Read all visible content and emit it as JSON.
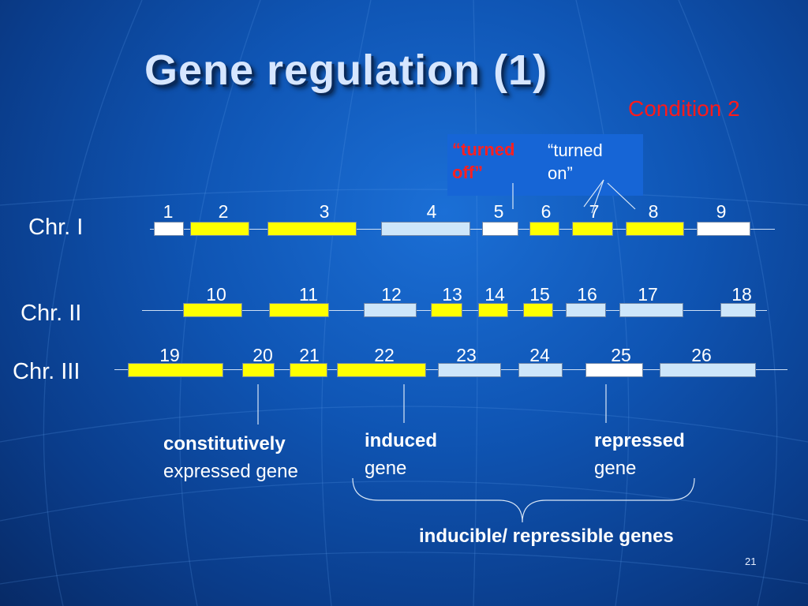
{
  "title": "Gene regulation (1)",
  "condition": "Condition 2",
  "status": {
    "turned_off": "“turned\noff”",
    "turned_on": "“turned\non”"
  },
  "colors": {
    "yellow": "#ffff00",
    "light_blue": "#cde6fa",
    "white": "#ffffff",
    "red": "#ff1a1a"
  },
  "chromosomes": [
    {
      "label": "Chr. I",
      "genes": [
        {
          "id": "1",
          "color": "white"
        },
        {
          "id": "2",
          "color": "yellow"
        },
        {
          "id": "3",
          "color": "yellow"
        },
        {
          "id": "4",
          "color": "light_blue"
        },
        {
          "id": "5",
          "color": "white"
        },
        {
          "id": "6",
          "color": "yellow"
        },
        {
          "id": "7",
          "color": "yellow"
        },
        {
          "id": "8",
          "color": "yellow"
        },
        {
          "id": "9",
          "color": "white"
        }
      ]
    },
    {
      "label": "Chr. II",
      "genes": [
        {
          "id": "10",
          "color": "yellow"
        },
        {
          "id": "11",
          "color": "yellow"
        },
        {
          "id": "12",
          "color": "light_blue"
        },
        {
          "id": "13",
          "color": "yellow"
        },
        {
          "id": "14",
          "color": "yellow"
        },
        {
          "id": "15",
          "color": "yellow"
        },
        {
          "id": "16",
          "color": "light_blue"
        },
        {
          "id": "17",
          "color": "light_blue"
        },
        {
          "id": "18",
          "color": "light_blue"
        }
      ]
    },
    {
      "label": "Chr. III",
      "genes": [
        {
          "id": "19",
          "color": "yellow"
        },
        {
          "id": "20",
          "color": "yellow"
        },
        {
          "id": "21",
          "color": "yellow"
        },
        {
          "id": "22",
          "color": "yellow"
        },
        {
          "id": "23",
          "color": "light_blue"
        },
        {
          "id": "24",
          "color": "light_blue"
        },
        {
          "id": "25",
          "color": "white"
        },
        {
          "id": "26",
          "color": "light_blue"
        }
      ]
    }
  ],
  "callouts": {
    "constitutive": {
      "bold": "constitutively",
      "normal": "expressed gene"
    },
    "induced": {
      "bold": "induced",
      "normal": "gene"
    },
    "repressed": {
      "bold": "repressed",
      "normal": "gene"
    }
  },
  "group_label": "inducible/ repressible genes",
  "slide_number": "21"
}
